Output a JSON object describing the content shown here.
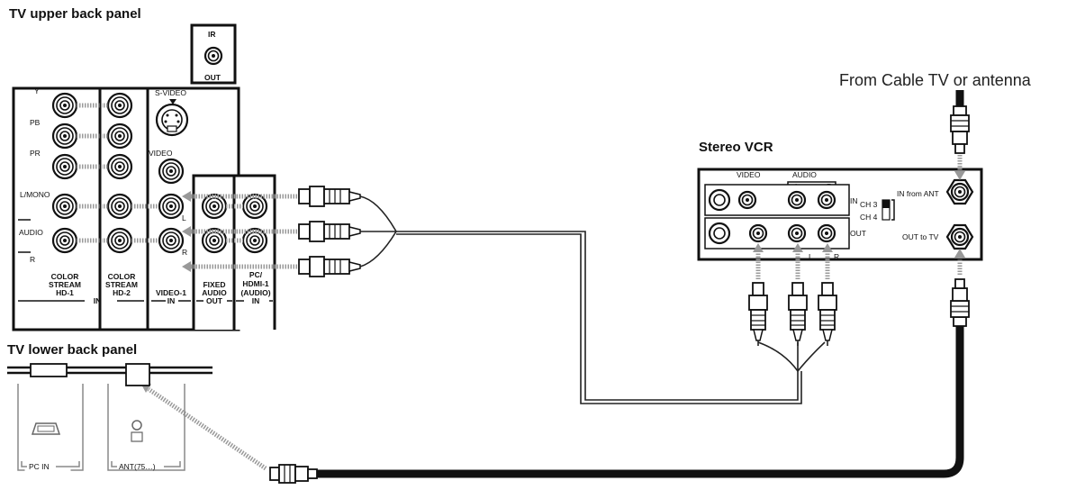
{
  "labels": {
    "upper_panel": "TV upper back panel",
    "lower_panel": "TV lower back panel",
    "stereo_vcr": "Stereo VCR",
    "from_cable": "From Cable TV or antenna",
    "ir": "IR",
    "ir_out": "OUT",
    "y": "Y",
    "pb": "PB",
    "pr": "PR",
    "l_mono": "L/MONO",
    "audio": "AUDIO",
    "r": "R",
    "s_video": "S-VIDEO",
    "video": "VIDEO",
    "l": "L",
    "color_stream": "COLOR",
    "stream": "STREAM",
    "hd1": "HD-1",
    "hd2": "HD-2",
    "video1": "VIDEO-1",
    "fixed": "FIXED",
    "fixed_audio": "AUDIO",
    "pc_hdmi_a": "PC/",
    "pc_hdmi_b": "HDMI-1",
    "pc_hdmi_c": "(AUDIO)",
    "in": "IN",
    "out": "OUT",
    "vcr_video": "VIDEO",
    "vcr_audio": "AUDIO",
    "vcr_l": "L",
    "vcr_r": "R",
    "vcr_in": "IN",
    "vcr_out": "OUT",
    "ch3": "CH 3",
    "ch4": "CH 4",
    "in_from_ant": "IN from ANT",
    "out_to_tv": "OUT to TV",
    "pc_in": "PC IN",
    "ant75": "ANT(75…)"
  },
  "colors": {
    "line": "#111111",
    "hatch_arrow": "#999999",
    "background": "#ffffff"
  }
}
